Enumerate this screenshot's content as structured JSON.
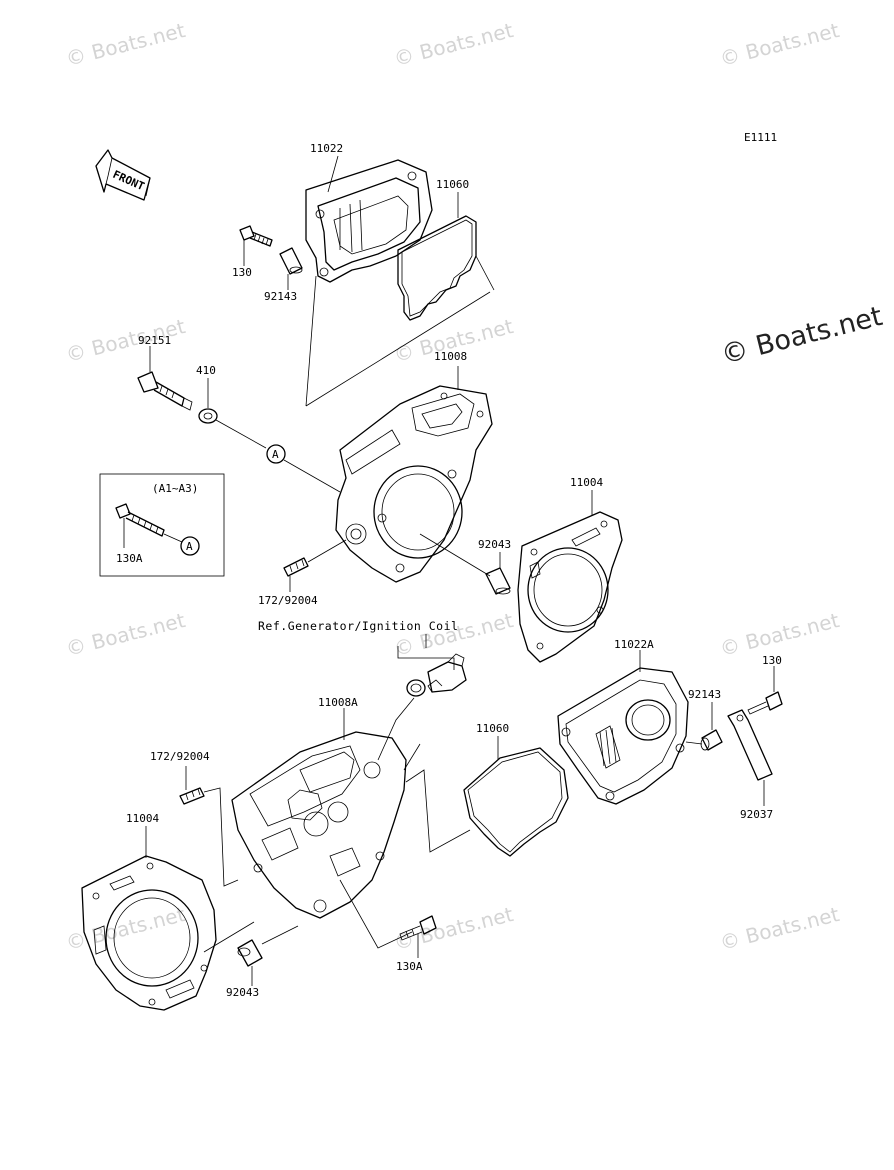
{
  "diagram_code": "E1111",
  "brand_mark": "© Boats.net",
  "watermark": "© Boats.net",
  "front_arrow": "FRONT",
  "reference_note": "Ref.Generator/Ignition Coil",
  "inset_box_title": "(A1~A3)",
  "callout_marker": "A",
  "part_labels": {
    "p11022": "11022",
    "p11060_top": "11060",
    "p130_top": "130",
    "p92143_top": "92143",
    "p92151": "92151",
    "p410": "410",
    "p11008": "11008",
    "p130A_inset": "130A",
    "p172_92004_top": "172/92004",
    "p11004_right": "11004",
    "p92043_top": "92043",
    "p11022A": "11022A",
    "p130_right": "130",
    "p92143_right": "92143",
    "p92037": "92037",
    "p11008A": "11008A",
    "p11060_bottom": "11060",
    "p172_92004_bottom": "172/92004",
    "p11004_left": "11004",
    "p92043_bottom": "92043",
    "p130A_bottom": "130A"
  }
}
